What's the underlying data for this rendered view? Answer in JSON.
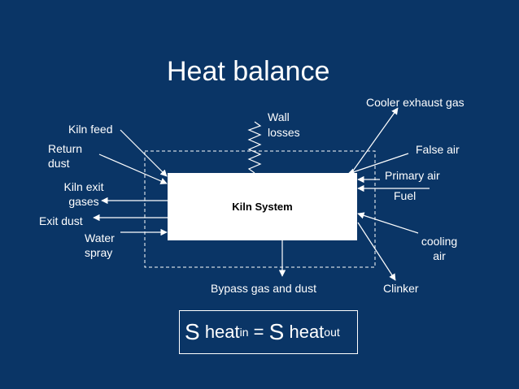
{
  "title": "Heat balance",
  "system_label": "Kiln System",
  "labels": {
    "kiln_feed": "Kiln feed",
    "return_dust_1": "Return",
    "return_dust_2": "dust",
    "kiln_exit_1": "Kiln exit",
    "kiln_exit_2": "gases",
    "exit_dust": "Exit dust",
    "water_1": "Water",
    "water_2": "spray",
    "wall_1": "Wall",
    "wall_2": "losses",
    "cooler_exhaust": "Cooler exhaust gas",
    "false_air": "False air",
    "primary_air": "Primary air",
    "fuel": "Fuel",
    "cooling_1": "cooling",
    "cooling_2": "air",
    "clinker": "Clinker",
    "bypass": "Bypass gas and dust"
  },
  "formula": {
    "sym1": "S",
    "heat1": "heat",
    "sub1": "in",
    "equals": "=",
    "sym2": "S",
    "heat2": "heat",
    "sub2": "out"
  },
  "colors": {
    "background": "#0a3566",
    "foreground": "#ffffff"
  }
}
